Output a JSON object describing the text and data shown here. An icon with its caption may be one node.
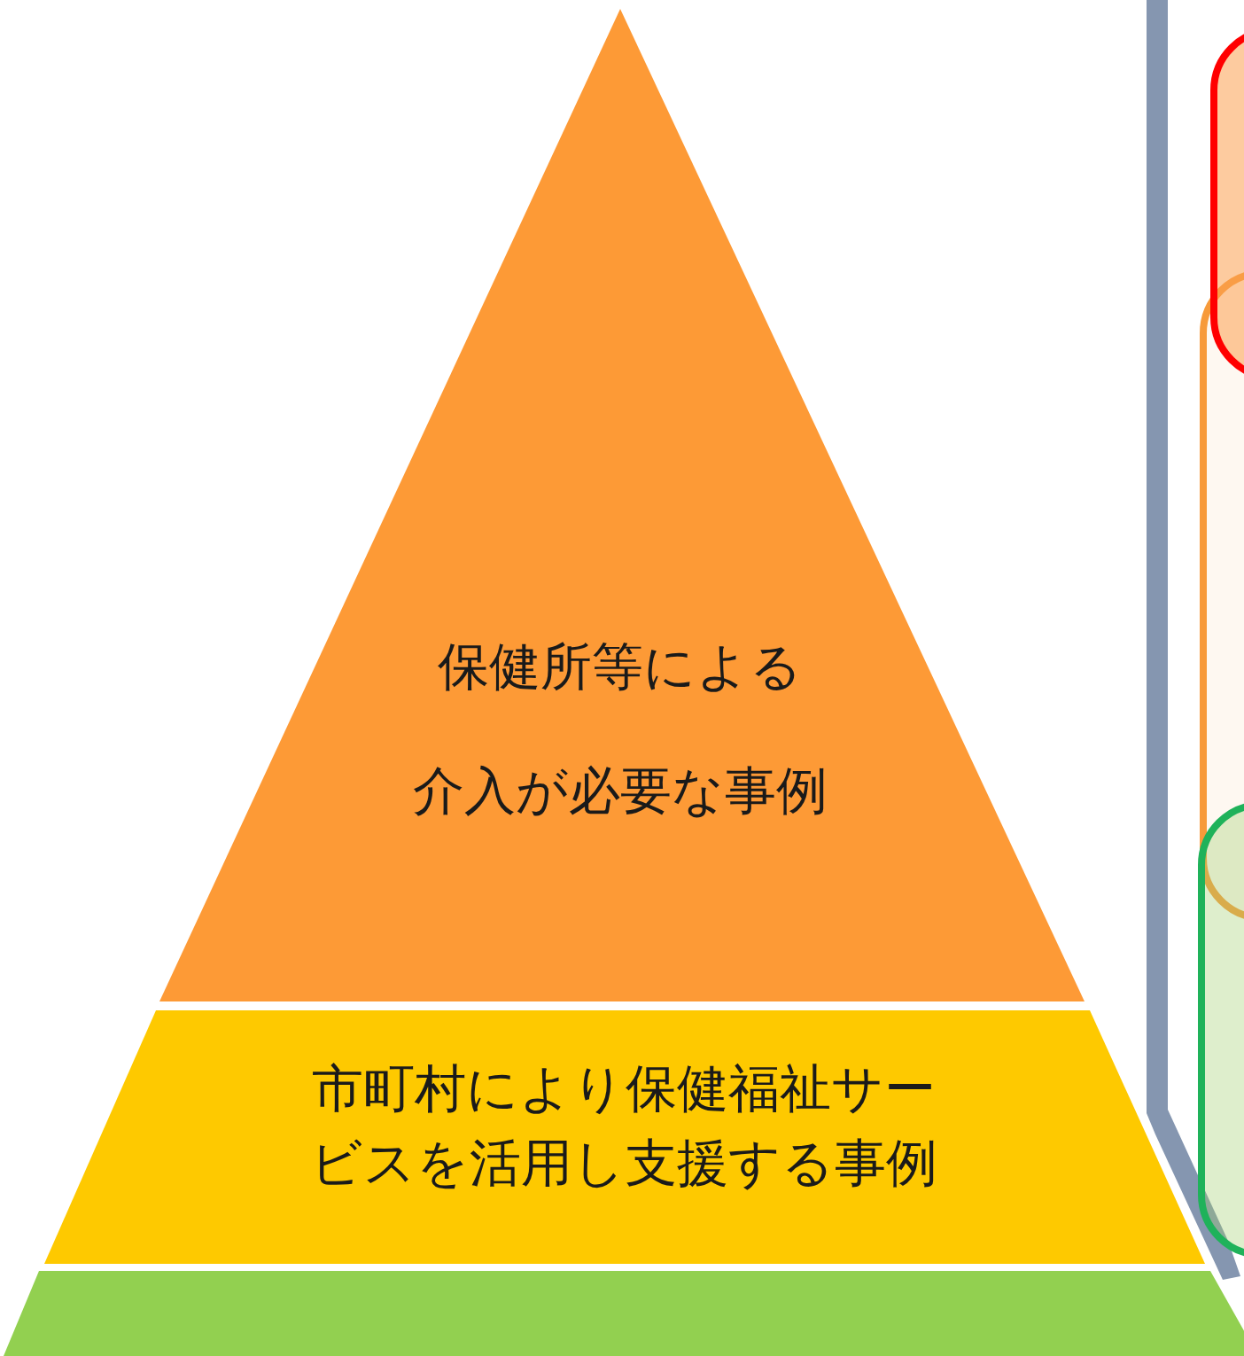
{
  "diagram": {
    "nodes": [
      {
        "text": [
          "保健所等による",
          "介入が必要な事例"
        ]
      },
      {
        "text": [
          "市町村により保健福祉サービスを活用し支援する事例"
        ]
      },
      {
        "text": [],
        "shape": "bar"
      },
      {
        "text": [],
        "shape": "box"
      },
      {
        "text": [],
        "shape": "box"
      },
      {
        "text": [],
        "shape": "box"
      }
    ]
  }
}
